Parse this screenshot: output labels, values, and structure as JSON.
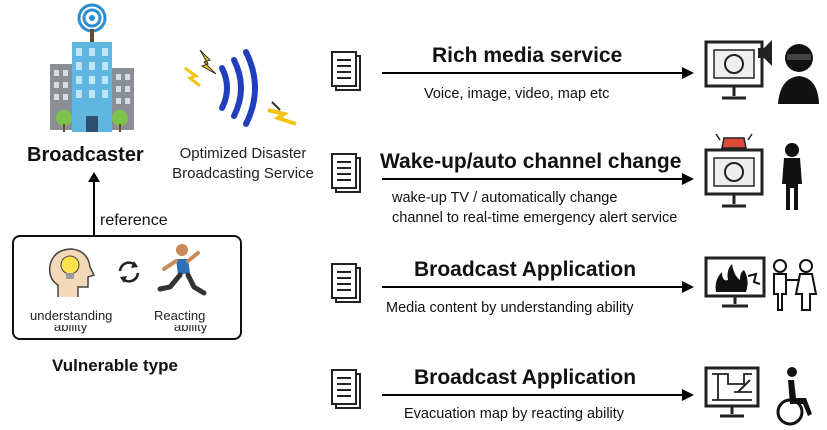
{
  "broadcaster": {
    "label": "Broadcaster",
    "icon": "broadcast-tower-building-icon"
  },
  "service": {
    "line1": "Optimized Disaster",
    "line2": "Broadcasting Service",
    "icon": "wireless-signal-lightning-icon"
  },
  "reference_label": "reference",
  "vulnerable": {
    "title": "Vulnerable type",
    "understanding": "understanding",
    "understanding_sub": "ability",
    "reacting": "Reacting",
    "reacting_sub": "ability"
  },
  "rows": [
    {
      "title": "Rich media service",
      "desc": "Voice, image, video, map etc",
      "doc_icon": "document-icon",
      "target_icon": "news-monitor-speaker-blind-person-icon"
    },
    {
      "title": "Wake-up/auto channel change",
      "desc1": "wake-up TV / automatically change",
      "desc2": "channel to real-time emergency alert service",
      "doc_icon": "document-icon",
      "target_icon": "alarm-news-monitor-elderly-person-icon"
    },
    {
      "title": "Broadcast Application",
      "desc": "Media content by understanding ability",
      "doc_icon": "document-icon",
      "target_icon": "fire-screen-children-icon"
    },
    {
      "title": "Broadcast Application",
      "desc": "Evacuation map by reacting ability",
      "doc_icon": "document-icon",
      "target_icon": "map-screen-wheelchair-icon"
    }
  ],
  "colors": {
    "building": "#5fb6e0",
    "signal": "#1f3fbf",
    "lightning": "#f2c40f",
    "text": "#111111"
  }
}
